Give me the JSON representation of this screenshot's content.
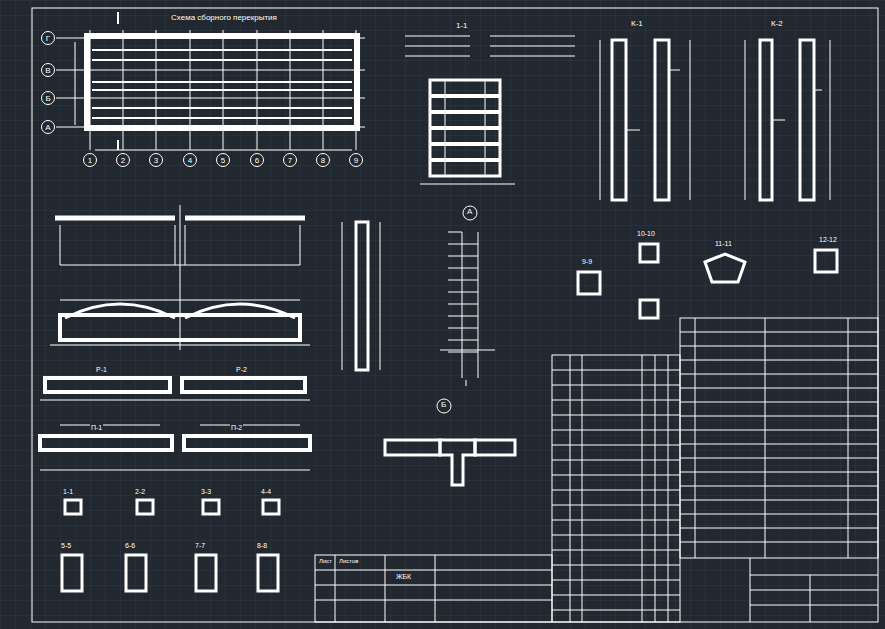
{
  "diagram": {
    "title": "Схема сборного перекрытия",
    "nodes": [
      {
        "text": [
          "Г"
        ]
      },
      {
        "text": [
          "В"
        ]
      },
      {
        "text": [
          "Б"
        ]
      },
      {
        "text": [
          "А"
        ]
      },
      {
        "text": [
          "1"
        ]
      },
      {
        "text": [
          "2"
        ]
      },
      {
        "text": [
          "3"
        ]
      },
      {
        "text": [
          "4"
        ]
      },
      {
        "text": [
          "5"
        ]
      },
      {
        "text": [
          "6"
        ]
      },
      {
        "text": [
          "7"
        ]
      },
      {
        "text": [
          "8"
        ]
      },
      {
        "text": [
          "9"
        ]
      }
    ],
    "labels": [
      "1-1",
      "К-1",
      "К-2",
      "Р-1",
      "Р-2",
      "П-1",
      "П-2",
      "1-1",
      "2-2",
      "3-3",
      "4-4",
      "5-5",
      "6-6",
      "7-7",
      "8-8",
      "9-9",
      "10-10",
      "11-11",
      "12-12",
      "А",
      "Б",
      "Лист",
      "Листов",
      "ЖБК"
    ]
  }
}
